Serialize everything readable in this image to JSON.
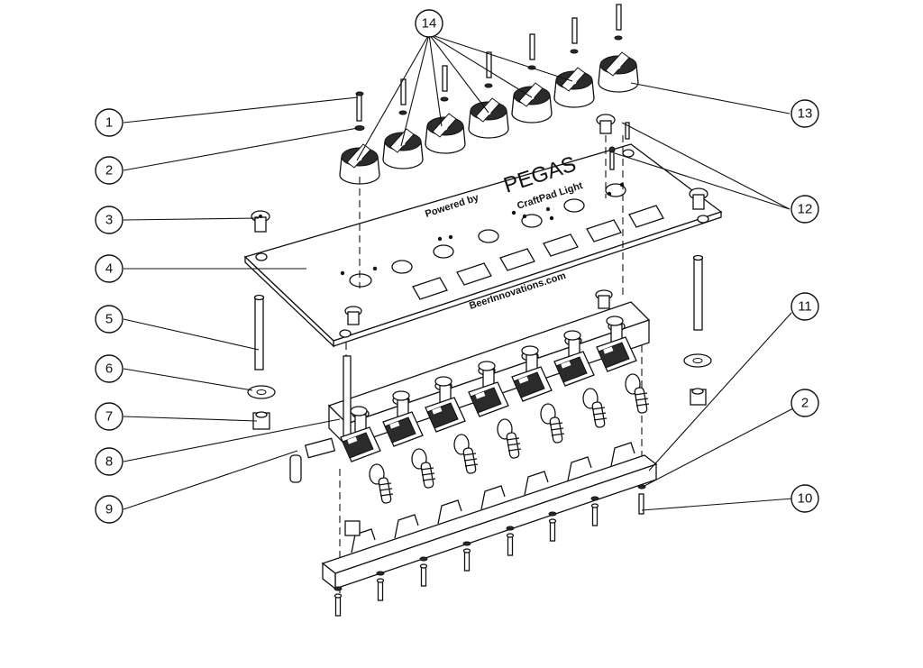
{
  "diagram": {
    "panel_text": {
      "brand": "PEGAS",
      "product": "CraftPad Light",
      "powered_by": "Powered by",
      "website": "BeerInnovations.com"
    },
    "callouts": [
      {
        "id": "c1",
        "label": "1"
      },
      {
        "id": "c2",
        "label": "2"
      },
      {
        "id": "c3",
        "label": "3"
      },
      {
        "id": "c4",
        "label": "4"
      },
      {
        "id": "c5",
        "label": "5"
      },
      {
        "id": "c6",
        "label": "6"
      },
      {
        "id": "c7",
        "label": "7"
      },
      {
        "id": "c8",
        "label": "8"
      },
      {
        "id": "c9",
        "label": "9"
      },
      {
        "id": "c14",
        "label": "14"
      },
      {
        "id": "c13",
        "label": "13"
      },
      {
        "id": "c12",
        "label": "12"
      },
      {
        "id": "c11",
        "label": "11"
      },
      {
        "id": "c2b",
        "label": "2"
      },
      {
        "id": "c10",
        "label": "10"
      }
    ]
  }
}
